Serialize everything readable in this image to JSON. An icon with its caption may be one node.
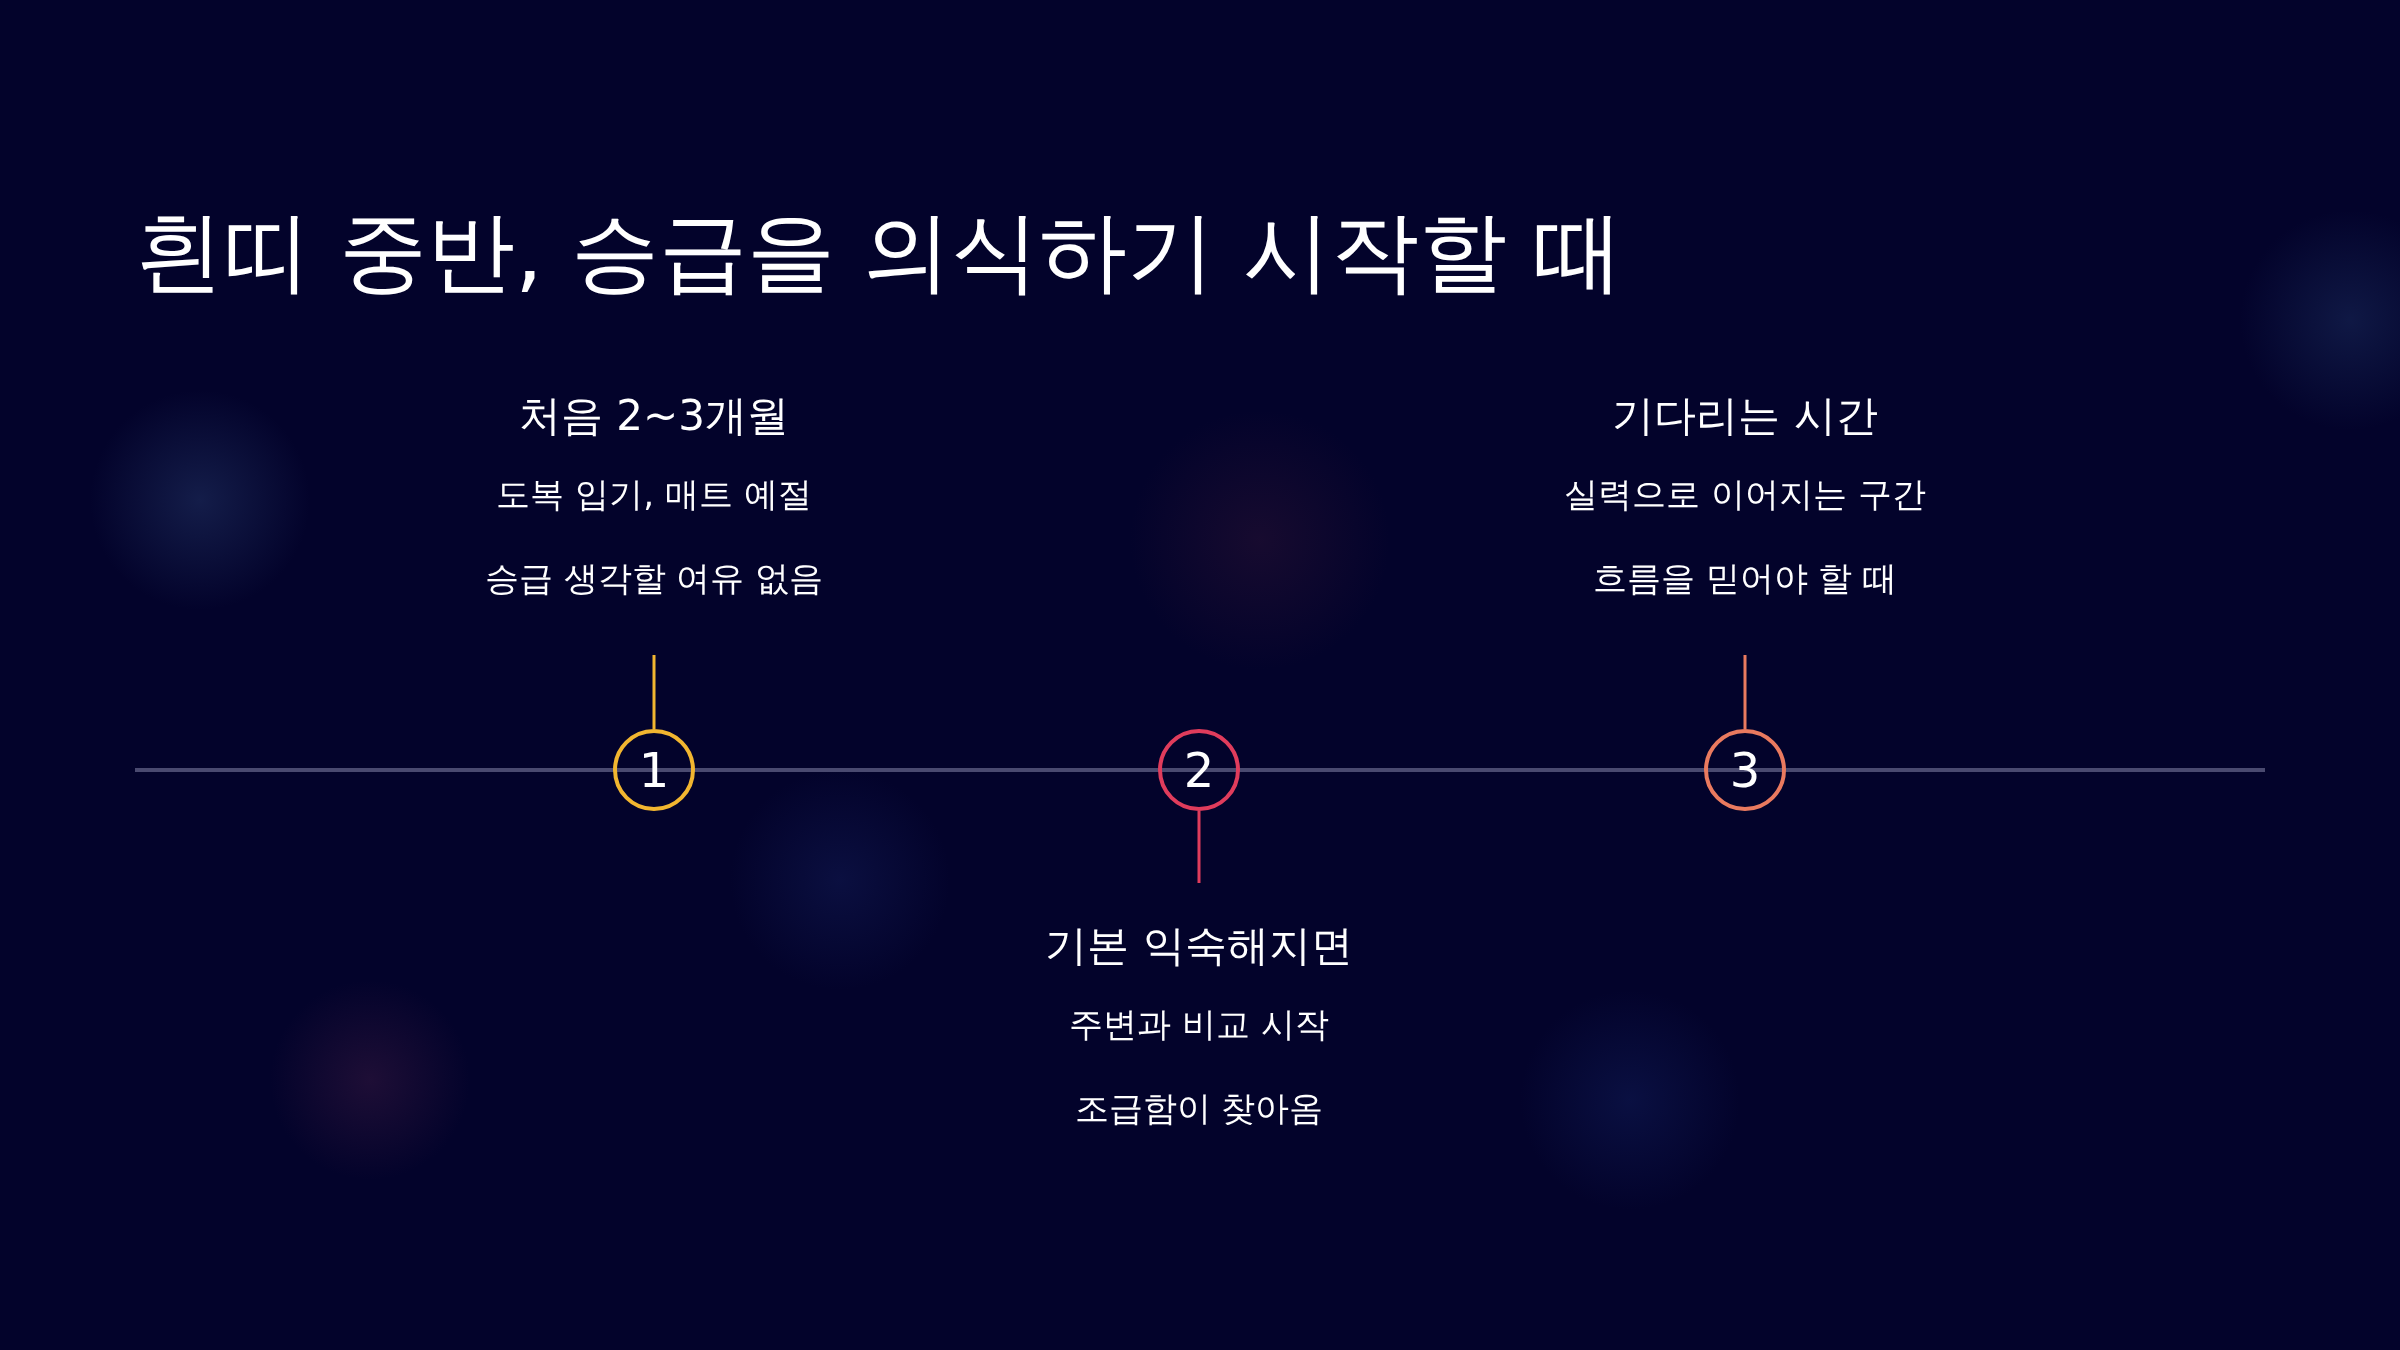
{
  "diagram": {
    "title": "흰띠 중반, 승급을 의식하기 시작할 때",
    "nodes": [
      {
        "text": [
          "처음 2~3개월",
          "도복 입기, 매트 예절",
          "승급 생각할 여유 없음"
        ]
      },
      {
        "text": [
          "기다리는 시간",
          "실력으로 이어지는 구간",
          "흐름을 믿어야 할 때"
        ]
      },
      {
        "text": [
          "1"
        ]
      },
      {
        "text": [
          "2"
        ]
      },
      {
        "text": [
          "3"
        ]
      },
      {
        "text": [
          "기본 익숙해지면",
          "주변과 비교 시작",
          "조급함이 찾아옴"
        ]
      }
    ],
    "edges": [
      {
        "from": 0,
        "to": 2,
        "arrow": "none",
        "color": "#f2b630"
      },
      {
        "from": 3,
        "to": 5,
        "arrow": "none",
        "color": "#e03c5c"
      },
      {
        "from": 1,
        "to": 4,
        "arrow": "none",
        "color": "#ea7a5f"
      }
    ]
  }
}
